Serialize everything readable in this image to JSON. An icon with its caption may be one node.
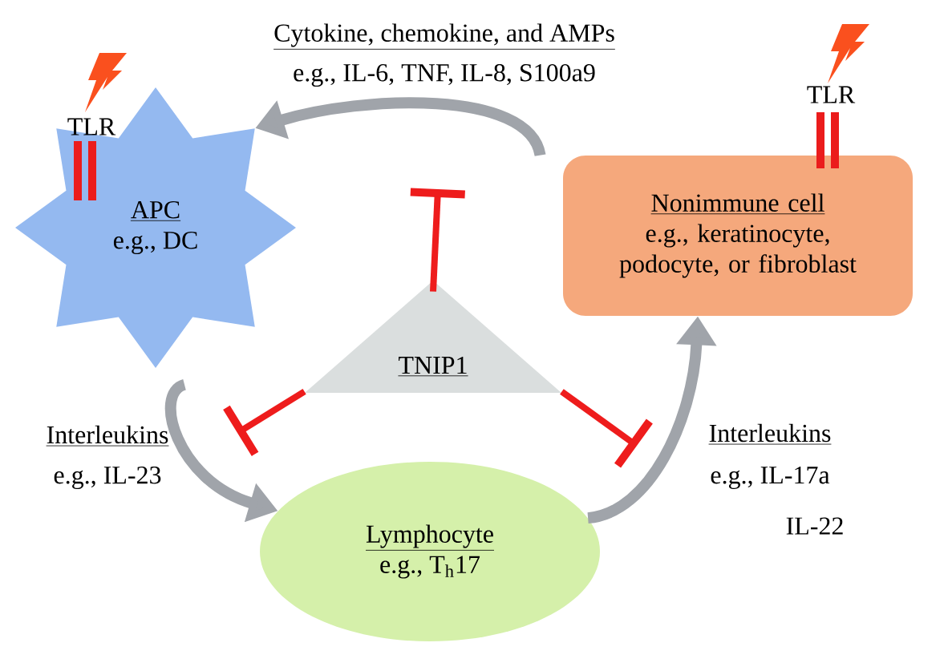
{
  "diagram": {
    "nodes": [
      {
        "text": [
          "APC",
          "e.g., DC"
        ]
      },
      {
        "text": [
          "Nonimmune cell",
          "e.g., keratinocyte, podocyte, or fibroblast"
        ]
      },
      {
        "text": [
          "TNIP1"
        ]
      },
      {
        "text": [
          "Lymphocyte",
          "e.g., T$_{h}$17"
        ]
      }
    ],
    "edges": [
      {
        "from": 1,
        "to": 0,
        "arrow": "to",
        "color": "#a0a4aa"
      },
      {
        "from": 0,
        "to": 3,
        "arrow": "to",
        "color": "#a0a4aa"
      },
      {
        "from": 3,
        "to": 1,
        "arrow": "to",
        "color": "#a0a4aa"
      },
      {
        "from": 2,
        "to": null,
        "arrow": "other",
        "color": "#ee1c1c"
      },
      {
        "from": 2,
        "to": null,
        "arrow": "other",
        "color": "#ee1c1c"
      },
      {
        "from": 2,
        "to": null,
        "arrow": "other",
        "color": "#ee1c1c"
      }
    ],
    "labels": [
      "Cytokine, chemokine, and AMPs",
      "e.g., IL-6, TNF, IL-8, S100a9",
      "TLR",
      "TLR",
      "Interleukins",
      "e.g., IL-23",
      "Interleukins",
      "e.g., IL-17a",
      "IL-22"
    ]
  }
}
